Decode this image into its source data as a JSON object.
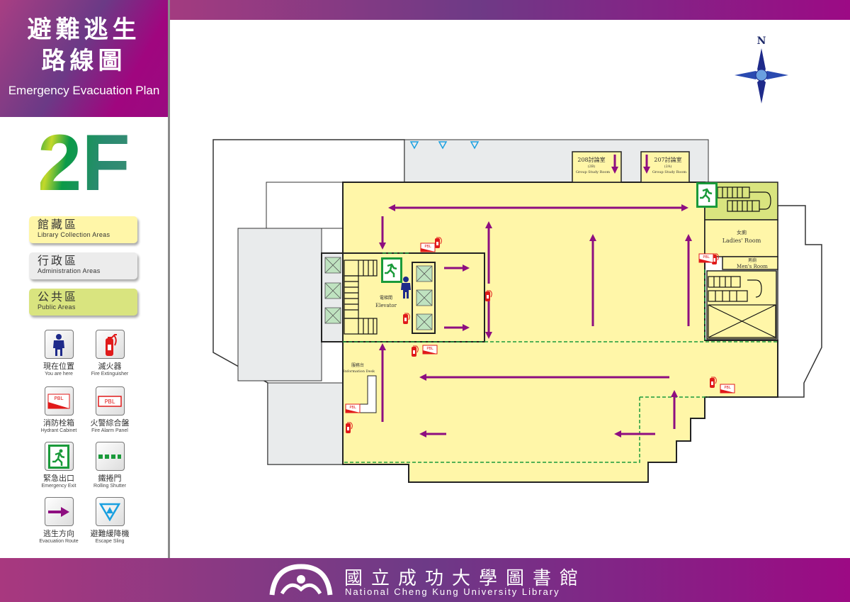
{
  "header": {
    "title_line1": "避難逃生",
    "title_line2": "路線圖",
    "subtitle": "Emergency Evacuation Plan",
    "floor": "2F"
  },
  "zones": [
    {
      "zh": "館藏區",
      "en": "Library Collection Areas",
      "color": "#fff6a8"
    },
    {
      "zh": "行政區",
      "en": "Administration Areas",
      "color": "#ececec"
    },
    {
      "zh": "公共區",
      "en": "Public Areas",
      "color": "#d9e47f"
    }
  ],
  "legend": [
    {
      "zh": "現在位置",
      "en": "You are here",
      "icon": "person-icon"
    },
    {
      "zh": "滅火器",
      "en": "Fire Extinguisher",
      "icon": "fire-extinguisher-icon"
    },
    {
      "zh": "消防栓箱",
      "en": "Hydrant Cabinet",
      "icon": "hydrant-cabinet-icon"
    },
    {
      "zh": "火警綜合盤",
      "en": "Fire Alarm Panel",
      "icon": "fire-alarm-panel-icon"
    },
    {
      "zh": "緊急出口",
      "en": "Emergency Exit",
      "icon": "emergency-exit-icon"
    },
    {
      "zh": "鐵捲門",
      "en": "Rolling Shutter",
      "icon": "rolling-shutter-icon"
    },
    {
      "zh": "逃生方向",
      "en": "Evacuation Route",
      "icon": "arrow-right-icon"
    },
    {
      "zh": "避難緩降機",
      "en": "Escape Sling",
      "icon": "escape-sling-icon"
    }
  ],
  "plan": {
    "compass": "N",
    "room208": {
      "zh": "208討論室",
      "code": "(2B)",
      "en": "Group Study Room"
    },
    "room207": {
      "zh": "207討論室",
      "code": "(2A)",
      "en": "Group Study Room"
    },
    "ladies": {
      "zh": "女廁",
      "en": "Ladies' Room"
    },
    "mens": {
      "zh": "男廁",
      "en": "Men's Room"
    },
    "elevator": {
      "zh": "電梯間",
      "en": "Elevator"
    },
    "desk": {
      "zh": "服務台",
      "en": "Information Desk"
    },
    "pbl": "PBL"
  },
  "colors": {
    "route": "#8e0e80",
    "exit": "#1a9a3a",
    "yellow": "#fff6a8",
    "public": "#d9e47f",
    "gray": "#e9ebec"
  },
  "footer": {
    "zh": "國立成功大學圖書館",
    "en": "National Cheng Kung University Library"
  }
}
